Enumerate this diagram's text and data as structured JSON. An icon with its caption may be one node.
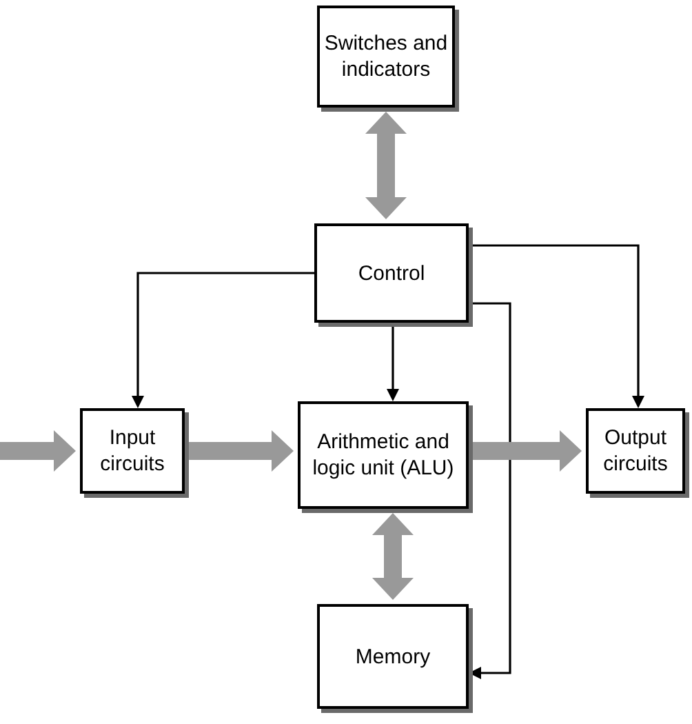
{
  "diagram": {
    "nodes": [
      {
        "text": [
          "Switches and indicators"
        ]
      },
      {
        "text": [
          "Control"
        ]
      },
      {
        "text": [
          "Input circuits"
        ]
      },
      {
        "text": [
          "Arithmetic and logic unit (ALU)"
        ]
      },
      {
        "text": [
          "Output circuits"
        ]
      },
      {
        "text": [
          "Memory"
        ]
      }
    ],
    "edges": [
      {
        "from": 0,
        "to": 1,
        "arrow": "both"
      },
      {
        "from": 1,
        "to": 2,
        "arrow": "to",
        "color": "#000000"
      },
      {
        "from": 1,
        "to": 3,
        "arrow": "to",
        "color": "#000000"
      },
      {
        "from": 1,
        "to": 4,
        "arrow": "to",
        "color": "#000000"
      },
      {
        "from": 1,
        "to": 5,
        "arrow": "to",
        "color": "#000000"
      },
      {
        "from": null,
        "to": 2,
        "arrow": "to"
      },
      {
        "from": 2,
        "to": 3,
        "arrow": "to"
      },
      {
        "from": 3,
        "to": 4,
        "arrow": "to"
      },
      {
        "from": 3,
        "to": 5,
        "arrow": "both"
      }
    ]
  }
}
